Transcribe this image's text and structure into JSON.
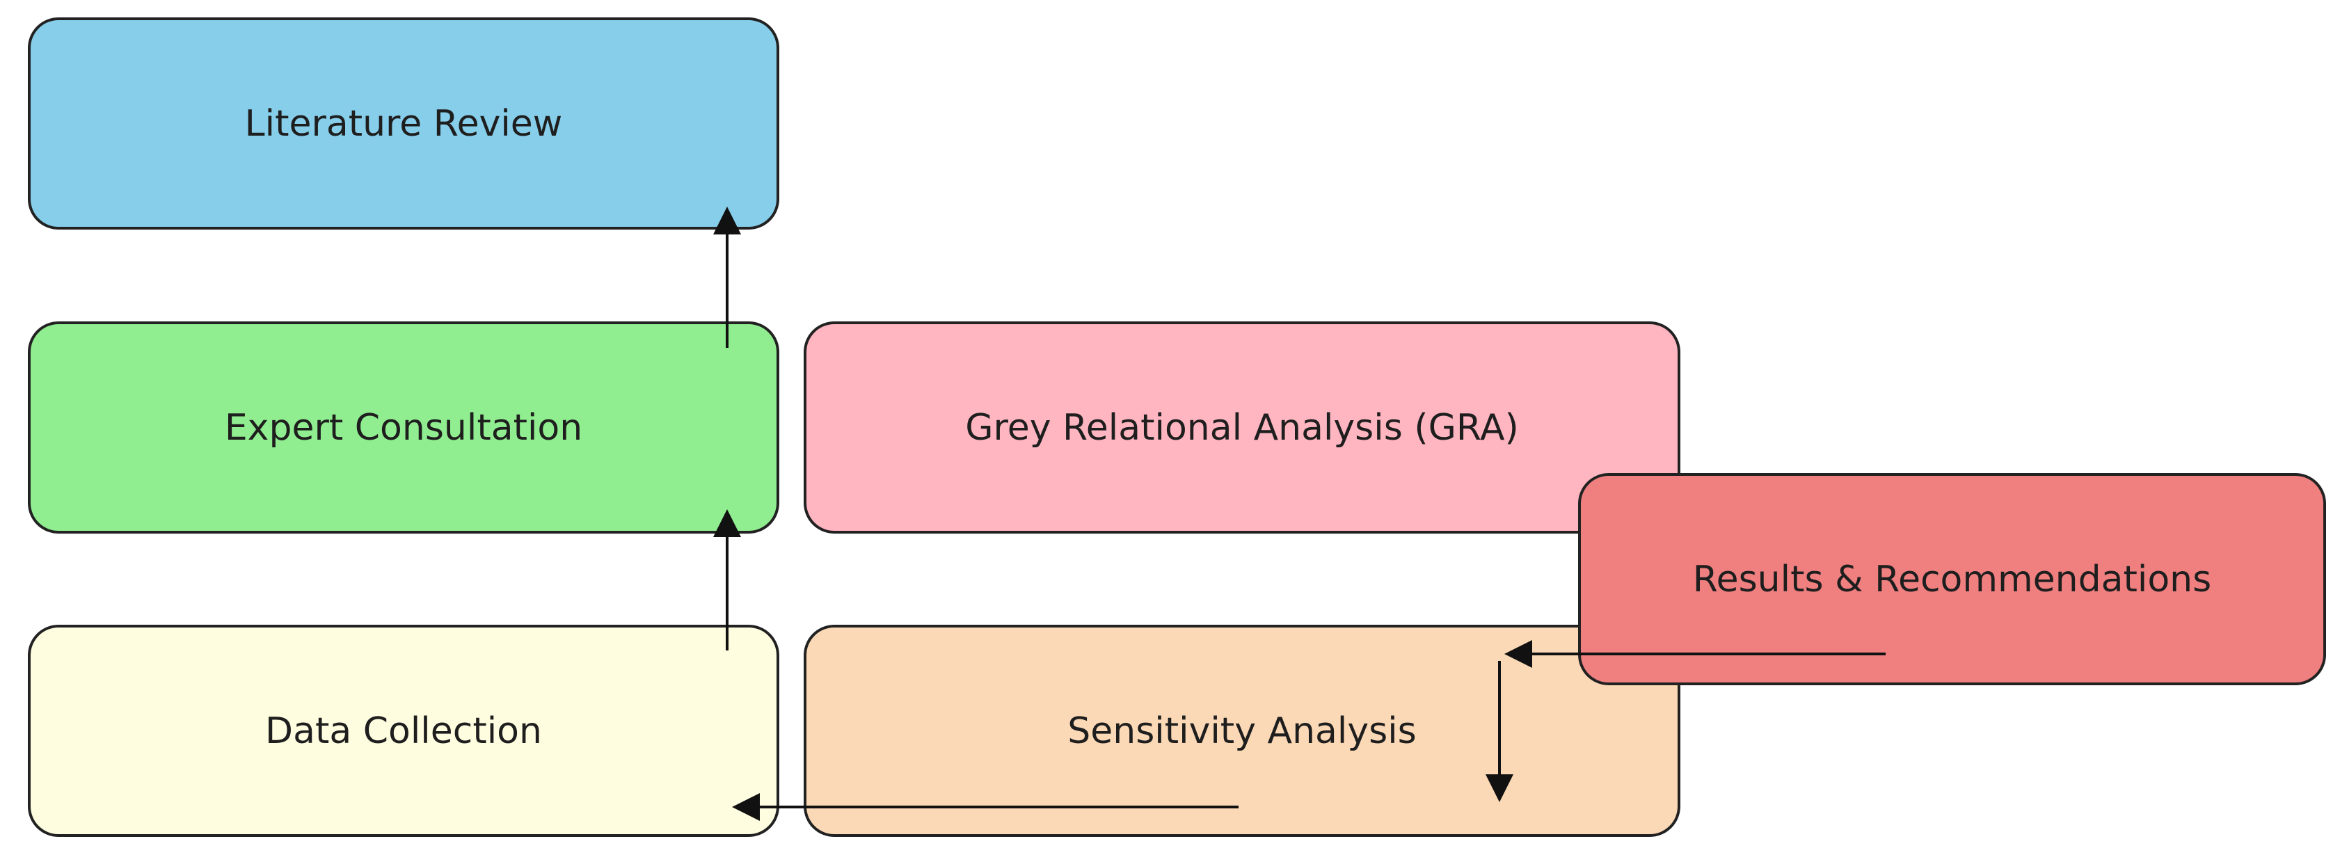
{
  "diagram": {
    "nodes": [
      {
        "id": "literature_review",
        "label": "Literature Review",
        "color": "#87ceeb"
      },
      {
        "id": "expert_consultation",
        "label": "Expert Consultation",
        "color": "#90ee90"
      },
      {
        "id": "data_collection",
        "label": "Data Collection",
        "color": "#fffde0"
      },
      {
        "id": "gra",
        "label": "Grey Relational Analysis (GRA)",
        "color": "#ffb6c1"
      },
      {
        "id": "sensitivity_analysis",
        "label": "Sensitivity Analysis",
        "color": "#fcd9b6"
      },
      {
        "id": "results",
        "label": "Results & Recommendations",
        "color": "#f08080"
      }
    ],
    "edges": [
      {
        "from": "expert_consultation",
        "to": "literature_review"
      },
      {
        "from": "data_collection",
        "to": "expert_consultation"
      },
      {
        "from": "sensitivity_analysis",
        "to": "data_collection"
      },
      {
        "from": "results",
        "to": "sensitivity_analysis"
      }
    ],
    "border_color": "#222222",
    "arrow_color": "#111111"
  }
}
